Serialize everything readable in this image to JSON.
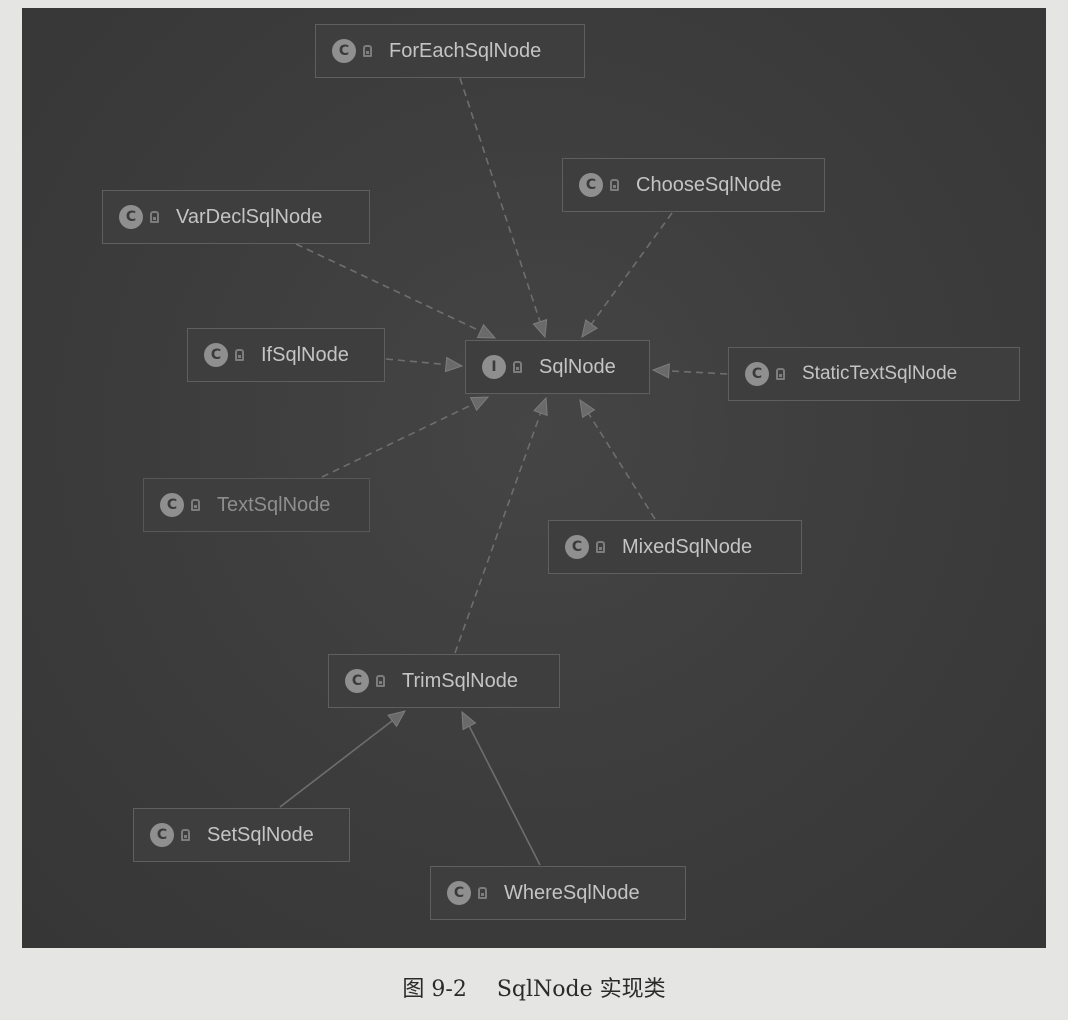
{
  "diagram": {
    "nodes": [
      {
        "label": "ForEachSqlNode",
        "badge": "C",
        "icon": "class-icon"
      },
      {
        "label": "ChooseSqlNode",
        "badge": "C",
        "icon": "class-icon"
      },
      {
        "label": "VarDeclSqlNode",
        "badge": "C",
        "icon": "class-icon"
      },
      {
        "label": "IfSqlNode",
        "badge": "C",
        "icon": "class-icon"
      },
      {
        "label": "SqlNode",
        "badge": "I",
        "icon": "interface-icon"
      },
      {
        "label": "StaticTextSqlNode",
        "badge": "C",
        "icon": "class-icon"
      },
      {
        "label": "TextSqlNode",
        "badge": "C",
        "icon": "class-icon"
      },
      {
        "label": "MixedSqlNode",
        "badge": "C",
        "icon": "class-icon"
      },
      {
        "label": "TrimSqlNode",
        "badge": "C",
        "icon": "class-icon"
      },
      {
        "label": "SetSqlNode",
        "badge": "C",
        "icon": "class-icon"
      },
      {
        "label": "WhereSqlNode",
        "badge": "C",
        "icon": "class-icon"
      }
    ],
    "edges": [
      {
        "from": "ForEachSqlNode",
        "to": "SqlNode",
        "line": "dashed"
      },
      {
        "from": "ChooseSqlNode",
        "to": "SqlNode",
        "line": "dashed"
      },
      {
        "from": "VarDeclSqlNode",
        "to": "SqlNode",
        "line": "dashed"
      },
      {
        "from": "IfSqlNode",
        "to": "SqlNode",
        "line": "dashed"
      },
      {
        "from": "StaticTextSqlNode",
        "to": "SqlNode",
        "line": "dashed"
      },
      {
        "from": "TextSqlNode",
        "to": "SqlNode",
        "line": "dashed"
      },
      {
        "from": "MixedSqlNode",
        "to": "SqlNode",
        "line": "dashed"
      },
      {
        "from": "TrimSqlNode",
        "to": "SqlNode",
        "line": "dashed"
      },
      {
        "from": "SetSqlNode",
        "to": "TrimSqlNode",
        "line": "solid"
      },
      {
        "from": "WhereSqlNode",
        "to": "TrimSqlNode",
        "line": "solid"
      }
    ],
    "icon_names": {
      "class": "class-icon",
      "interface": "interface-icon",
      "visibility": "visibility-icon"
    },
    "colors": {
      "panel": "#3c3c3c",
      "node_border": "#5f5f5f",
      "node_text": "#c4c4c4",
      "edge": "#6e6e6e",
      "page": "#e5e5e3"
    }
  },
  "caption": {
    "number": "图 9-2",
    "title": "SqlNode 实现类"
  }
}
